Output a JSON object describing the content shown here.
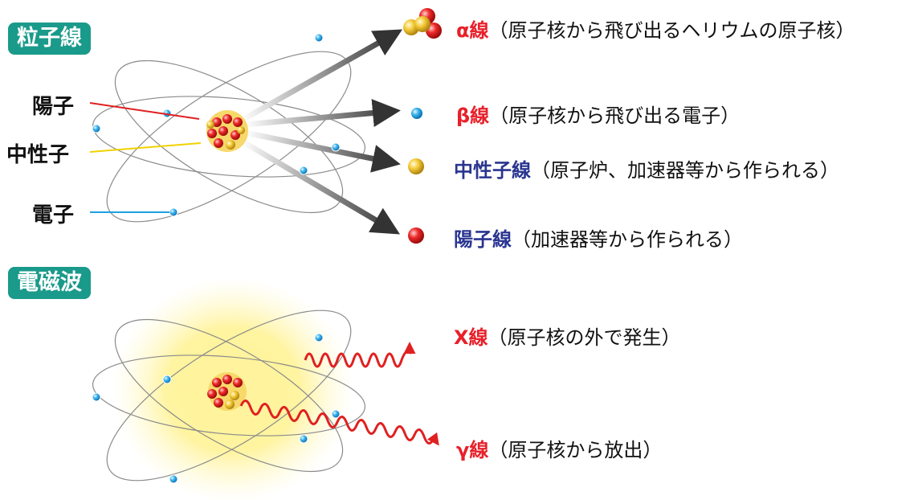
{
  "particle_section": {
    "title": "粒子線",
    "labels": {
      "proton": "陽子",
      "neutron": "中性子",
      "electron": "電子"
    },
    "rays": [
      {
        "key": "α線",
        "key_color": "#e8202a",
        "desc": "（原子核から飛び出るヘリウムの原子核）"
      },
      {
        "key": "β線",
        "key_color": "#e8202a",
        "desc": "（原子核から飛び出る電子）"
      },
      {
        "key": "中性子線",
        "key_color": "#2a3590",
        "desc": "（原子炉、加速器等から作られる）"
      },
      {
        "key": "陽子線",
        "key_color": "#2a3590",
        "desc": "（加速器等から作られる）"
      }
    ]
  },
  "wave_section": {
    "title": "電磁波",
    "rays": [
      {
        "key": "X線",
        "key_color": "#e8202a",
        "desc": "（原子核の外で発生）"
      },
      {
        "key": "γ線",
        "key_color": "#e8202a",
        "desc": "（原子核から放出）"
      }
    ]
  },
  "colors": {
    "badge": "#1a9a8a",
    "electron": "#1ea0e0",
    "proton": "#e8202a",
    "neutron": "#f3c230",
    "wave": "#e02020"
  }
}
